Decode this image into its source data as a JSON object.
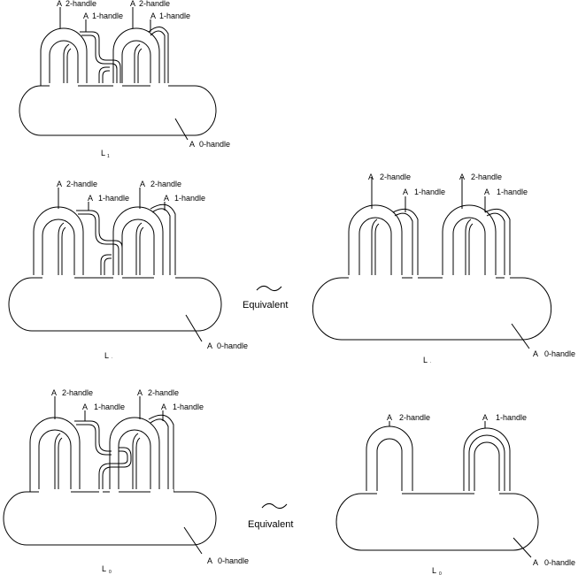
{
  "labels": {
    "handle_2": "2-handle",
    "handle_1": "1-handle",
    "handle_0": "0-handle",
    "prefix": "A",
    "equivalent": "Equivalent",
    "tilde": "~"
  },
  "diagrams": {
    "top": {
      "name": "L",
      "subscript": "1"
    },
    "middle_left": {
      "name": "L",
      "subscript": "."
    },
    "middle_right": {
      "name": "L",
      "subscript": "."
    },
    "bottom_left": {
      "name": "L",
      "subscript": "0"
    },
    "bottom_right": {
      "name": "L",
      "subscript": "0"
    }
  }
}
